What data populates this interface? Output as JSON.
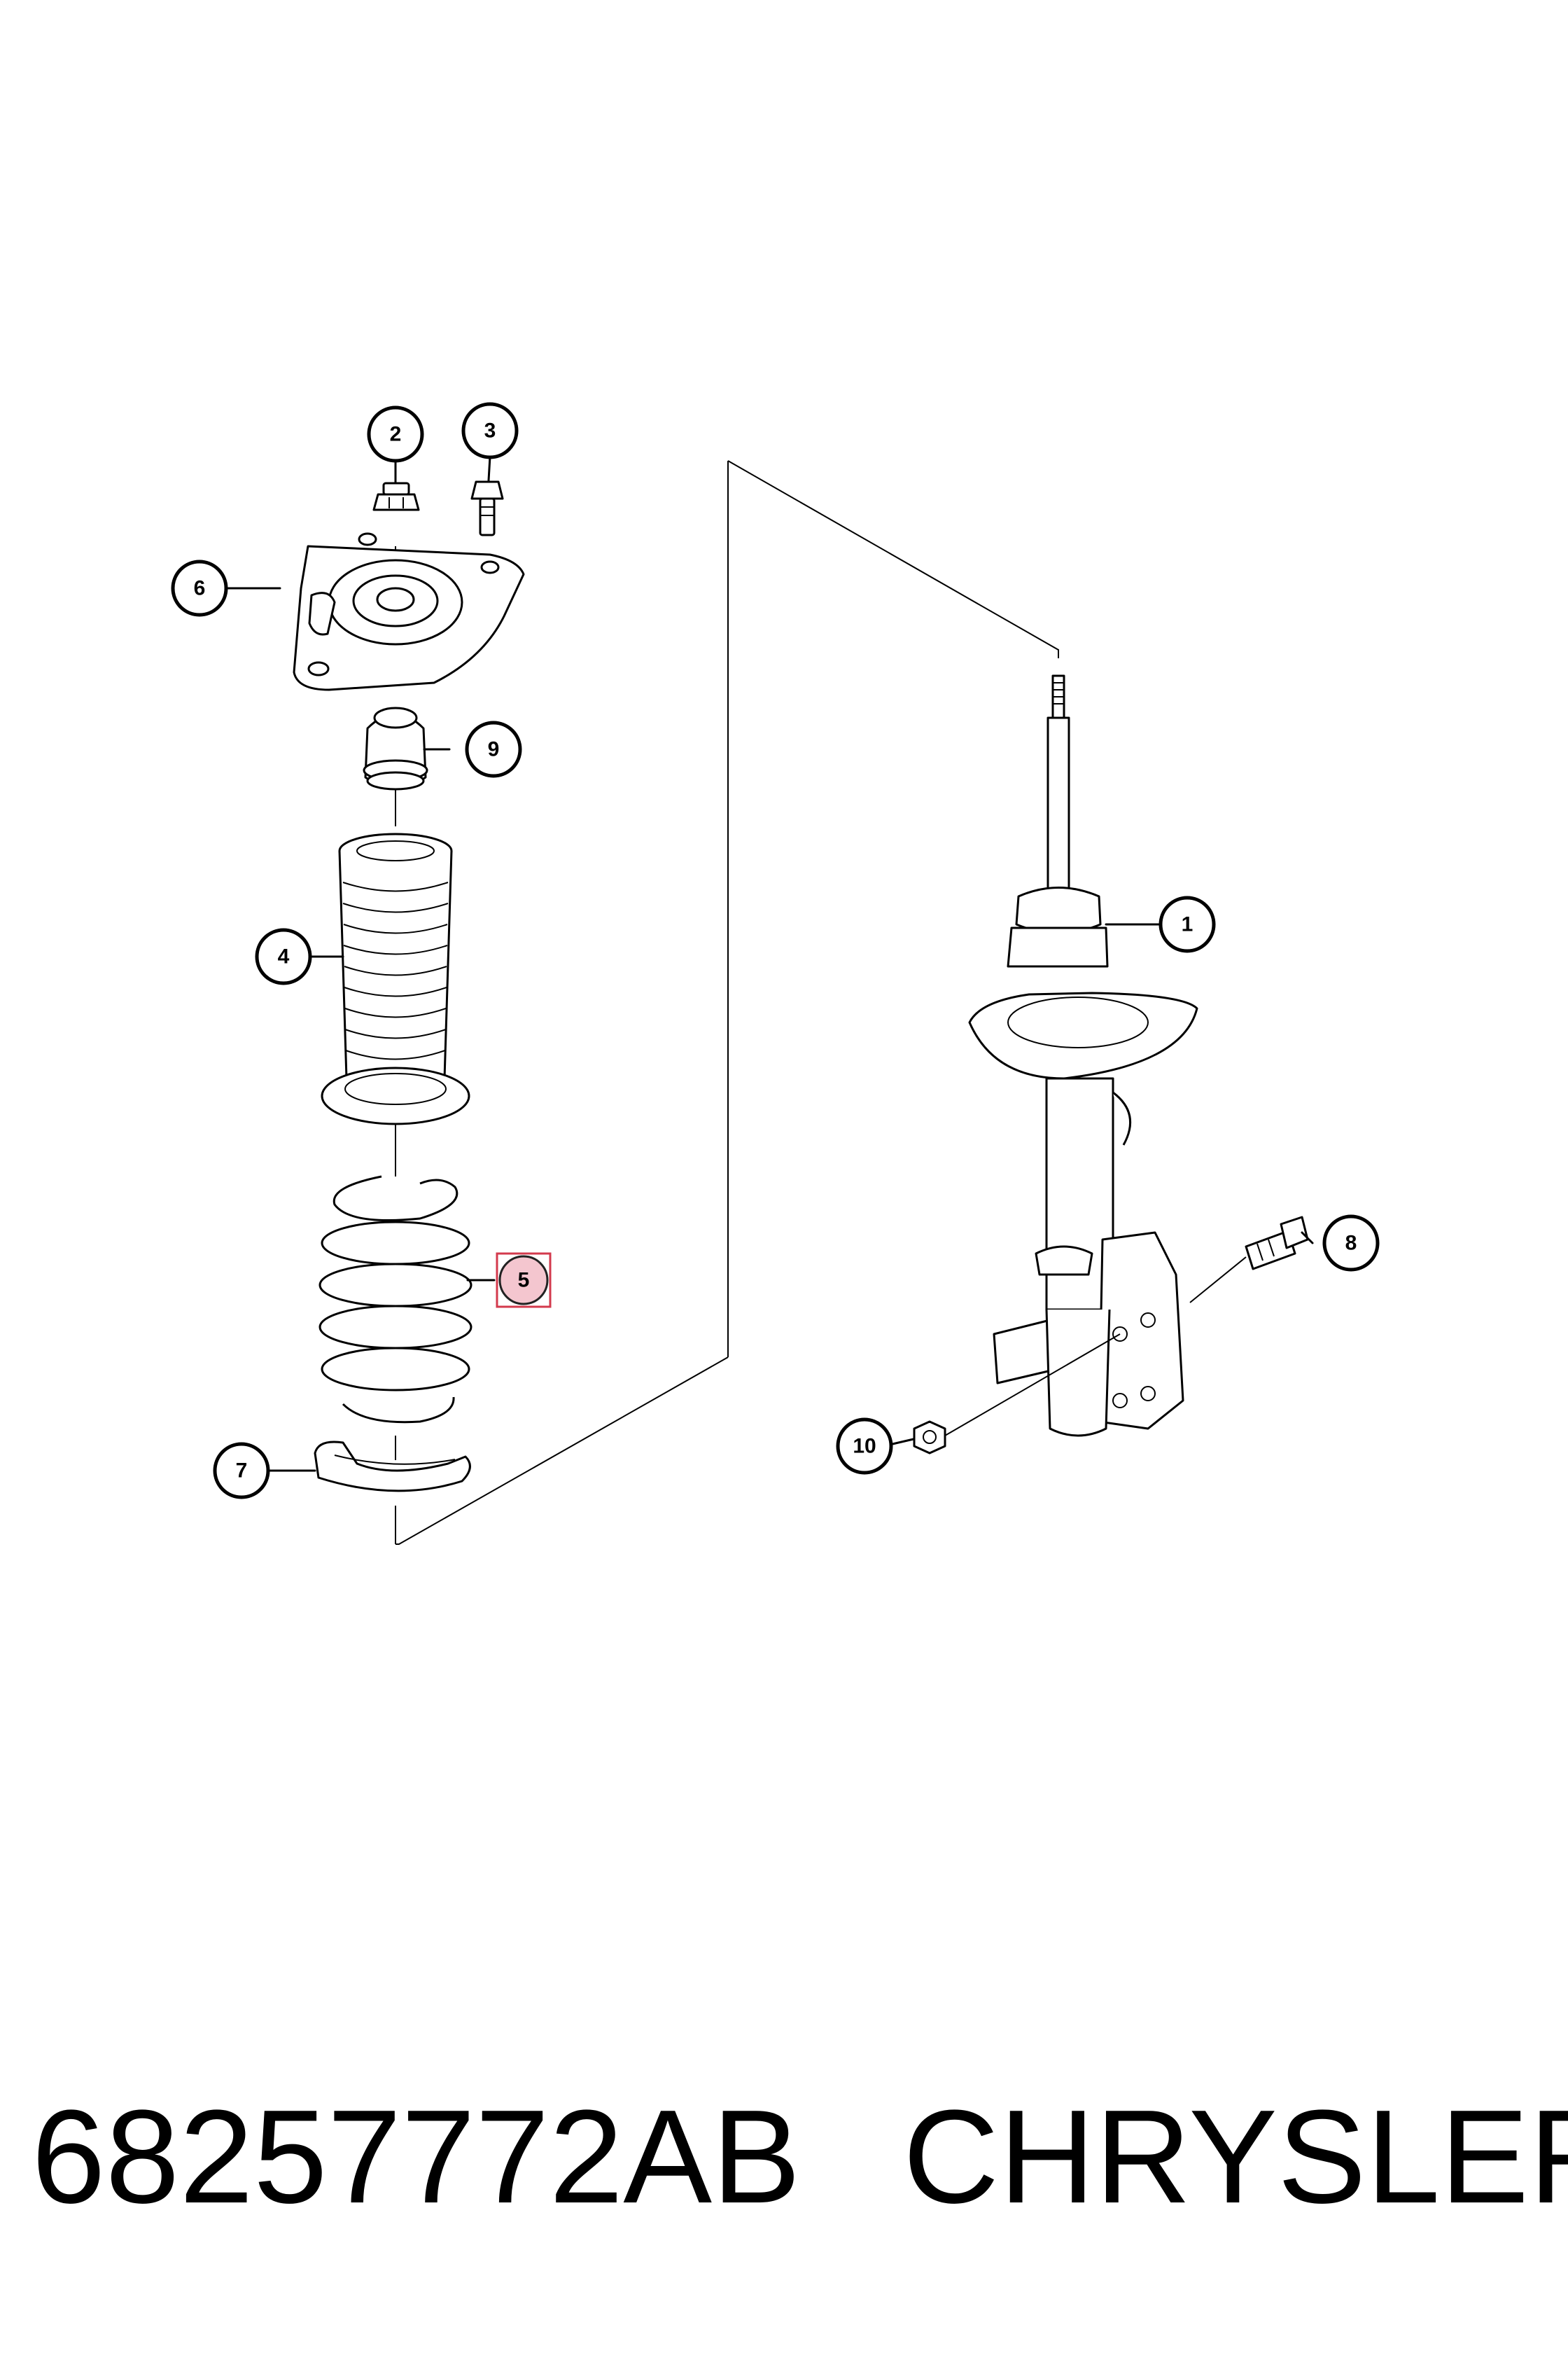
{
  "callouts": [
    {
      "id": "1",
      "label": "1",
      "highlighted": false
    },
    {
      "id": "2",
      "label": "2",
      "highlighted": false
    },
    {
      "id": "3",
      "label": "3",
      "highlighted": false
    },
    {
      "id": "4",
      "label": "4",
      "highlighted": false
    },
    {
      "id": "5",
      "label": "5",
      "highlighted": true
    },
    {
      "id": "6",
      "label": "6",
      "highlighted": false
    },
    {
      "id": "7",
      "label": "7",
      "highlighted": false
    },
    {
      "id": "8",
      "label": "8",
      "highlighted": false
    },
    {
      "id": "9",
      "label": "9",
      "highlighted": false
    },
    {
      "id": "10",
      "label": "10",
      "highlighted": false
    }
  ],
  "footer": {
    "part_number": "68257772AB",
    "brand": "CHRYSLER"
  },
  "colors": {
    "line": "#000000",
    "highlight_fill": "#f4c6cf",
    "highlight_box": "#d33a4d"
  }
}
